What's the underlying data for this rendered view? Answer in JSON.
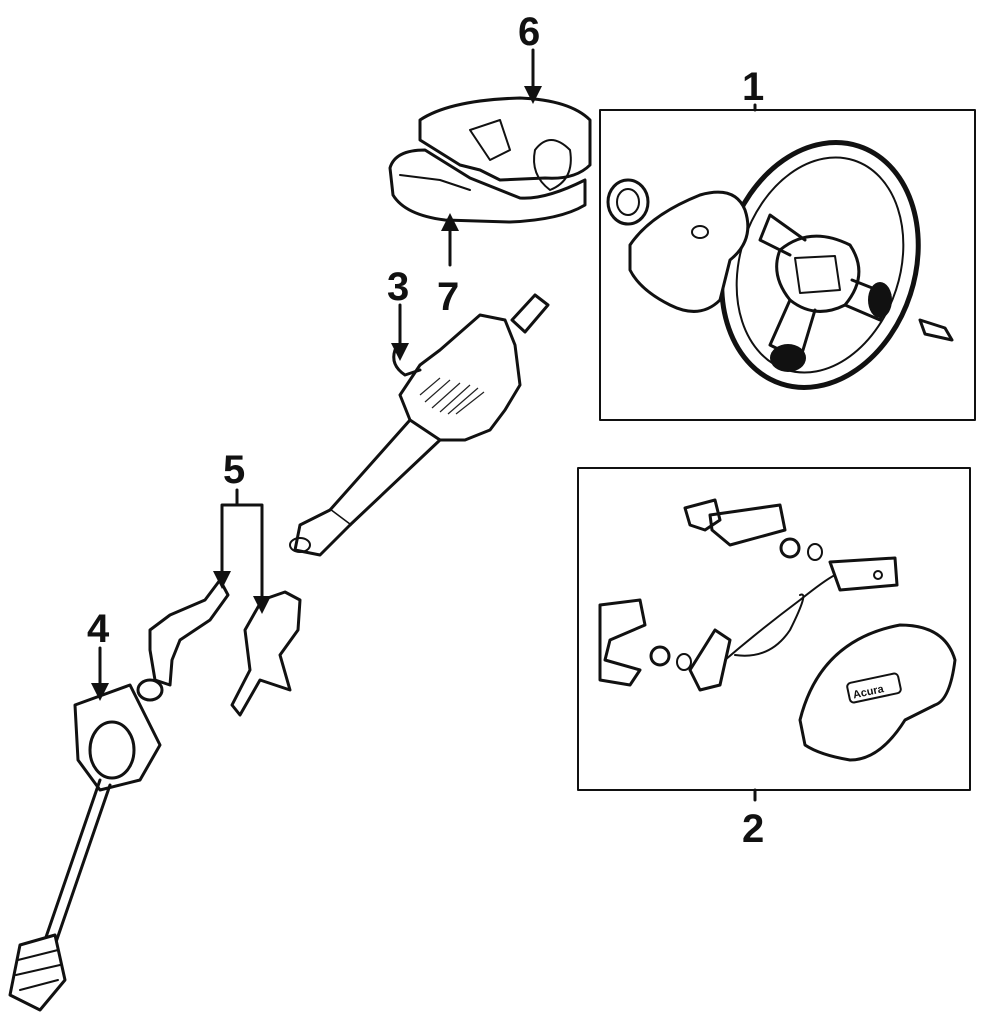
{
  "callouts": {
    "c1": "1",
    "c2": "2",
    "c3": "3",
    "c4": "4",
    "c5": "5",
    "c6": "6",
    "c7": "7"
  },
  "airbag_badge": "Acura",
  "colors": {
    "ink": "#111111",
    "background": "#ffffff"
  }
}
